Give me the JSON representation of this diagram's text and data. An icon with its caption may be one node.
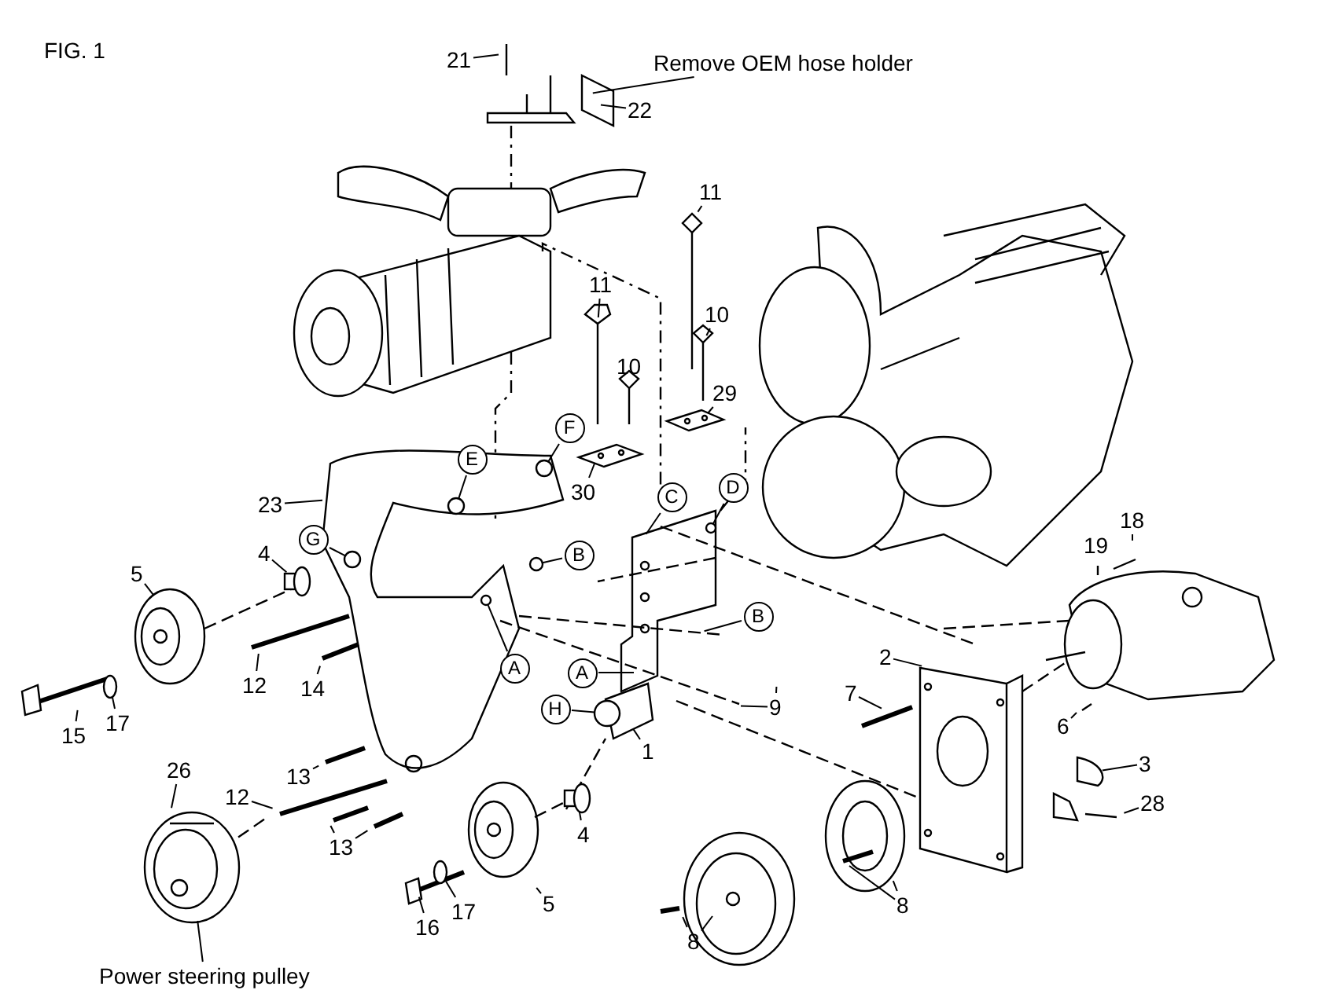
{
  "diagram": {
    "nodes": [
      {
        "text": [
          "21"
        ]
      },
      {
        "text": [
          "Remove OEM hose holder"
        ]
      },
      {
        "text": [
          "22"
        ]
      },
      {
        "text": [
          "11"
        ]
      },
      {
        "text": [
          "10"
        ]
      },
      {
        "text": [
          "11"
        ]
      },
      {
        "text": [
          "10"
        ]
      },
      {
        "text": [
          "29"
        ]
      },
      {
        "text": [
          "E"
        ]
      },
      {
        "text": [
          "F"
        ]
      },
      {
        "text": [
          "23"
        ]
      },
      {
        "text": [
          "30"
        ]
      },
      {
        "text": [
          "C"
        ]
      },
      {
        "text": [
          "D"
        ]
      },
      {
        "text": [
          "G"
        ]
      },
      {
        "text": [
          "B"
        ]
      },
      {
        "text": [
          "4"
        ]
      },
      {
        "text": [
          "5"
        ]
      },
      {
        "text": [
          "A"
        ]
      },
      {
        "text": [
          "A"
        ]
      },
      {
        "text": [
          "H"
        ]
      },
      {
        "text": [
          "B"
        ]
      },
      {
        "text": [
          "9"
        ]
      },
      {
        "text": [
          "1"
        ]
      },
      {
        "text": [
          "12"
        ]
      },
      {
        "text": [
          "14"
        ]
      },
      {
        "text": [
          "15"
        ]
      },
      {
        "text": [
          "17"
        ]
      },
      {
        "text": [
          "2"
        ]
      },
      {
        "text": [
          "7"
        ]
      },
      {
        "text": [
          "6"
        ]
      },
      {
        "text": [
          "3"
        ]
      },
      {
        "text": [
          "28"
        ]
      },
      {
        "text": [
          "19"
        ]
      },
      {
        "text": [
          "18"
        ]
      },
      {
        "text": [
          "26"
        ]
      },
      {
        "text": [
          "12"
        ]
      },
      {
        "text": [
          "13"
        ]
      },
      {
        "text": [
          "13"
        ]
      },
      {
        "text": [
          "4"
        ]
      },
      {
        "text": [
          "8"
        ]
      },
      {
        "text": [
          "5"
        ]
      },
      {
        "text": [
          "17"
        ]
      },
      {
        "text": [
          "16"
        ]
      },
      {
        "text": [
          "8"
        ]
      },
      {
        "text": [
          "Power steering pulley"
        ]
      },
      {
        "text": [],
        "shape": "circle"
      },
      {
        "text": [],
        "shape": "circle"
      },
      {
        "text": [],
        "shape": "circle"
      },
      {
        "text": [],
        "shape": "circle"
      },
      {
        "text": [],
        "shape": "circle"
      },
      {
        "text": [],
        "shape": "cylinder"
      },
      {
        "text": [],
        "shape": "circle"
      },
      {
        "text": [],
        "shape": "circle"
      },
      {
        "text": [],
        "shape": "circle"
      },
      {
        "text": [],
        "shape": "cylinder"
      },
      {
        "text": [],
        "shape": "circle"
      },
      {
        "text": [],
        "shape": "box"
      },
      {
        "text": [],
        "shape": "box"
      }
    ],
    "edges": [
      {
        "from": 0,
        "to": null,
        "arrow": "none"
      },
      {
        "from": 1,
        "to": null,
        "arrow": "none"
      },
      {
        "from": 2,
        "to": null,
        "arrow": "none"
      },
      {
        "from": 3,
        "to": null,
        "arrow": "none"
      },
      {
        "from": 4,
        "to": null,
        "arrow": "none"
      },
      {
        "from": 5,
        "to": null,
        "arrow": "none"
      },
      {
        "from": 6,
        "to": null,
        "arrow": "none"
      },
      {
        "from": 7,
        "to": 58,
        "arrow": "none"
      },
      {
        "from": 8,
        "to": 46,
        "arrow": "none"
      },
      {
        "from": 9,
        "to": 47,
        "arrow": "none"
      },
      {
        "from": 10,
        "to": null,
        "arrow": "none"
      },
      {
        "from": 11,
        "to": 57,
        "arrow": "none"
      },
      {
        "from": 12,
        "to": null,
        "arrow": "none"
      },
      {
        "from": 13,
        "to": 48,
        "arrow": "none"
      },
      {
        "from": 14,
        "to": 49,
        "arrow": "none"
      },
      {
        "from": 15,
        "to": 50,
        "arrow": "none"
      },
      {
        "from": 16,
        "to": 51,
        "arrow": "none"
      },
      {
        "from": 17,
        "to": null,
        "arrow": "none"
      },
      {
        "from": 18,
        "to": 52,
        "arrow": "none"
      },
      {
        "from": 19,
        "to": null,
        "arrow": "none"
      },
      {
        "from": 20,
        "to": 53,
        "arrow": "none"
      },
      {
        "from": 21,
        "to": null,
        "arrow": "none"
      },
      {
        "from": 22,
        "to": null,
        "arrow": "none"
      },
      {
        "from": 22,
        "to": null,
        "arrow": "none"
      },
      {
        "from": 23,
        "to": null,
        "arrow": "none"
      },
      {
        "from": 24,
        "to": null,
        "arrow": "none"
      },
      {
        "from": 25,
        "to": null,
        "arrow": "none"
      },
      {
        "from": 26,
        "to": null,
        "arrow": "none"
      },
      {
        "from": 27,
        "to": 54,
        "arrow": "none"
      },
      {
        "from": 28,
        "to": null,
        "arrow": "none"
      },
      {
        "from": 29,
        "to": null,
        "arrow": "none"
      },
      {
        "from": 30,
        "to": null,
        "arrow": "none"
      },
      {
        "from": 31,
        "to": null,
        "arrow": "none"
      },
      {
        "from": 32,
        "to": null,
        "arrow": "none"
      },
      {
        "from": 33,
        "to": null,
        "arrow": "none"
      },
      {
        "from": 34,
        "to": null,
        "arrow": "none"
      },
      {
        "from": 35,
        "to": null,
        "arrow": "none"
      },
      {
        "from": 36,
        "to": null,
        "arrow": "none"
      },
      {
        "from": 37,
        "to": null,
        "arrow": "none"
      },
      {
        "from": 38,
        "to": null,
        "arrow": "none"
      },
      {
        "from": 38,
        "to": null,
        "arrow": "none"
      },
      {
        "from": 39,
        "to": 55,
        "arrow": "none"
      },
      {
        "from": 40,
        "to": null,
        "arrow": "none"
      },
      {
        "from": 40,
        "to": null,
        "arrow": "none"
      },
      {
        "from": 41,
        "to": null,
        "arrow": "none"
      },
      {
        "from": 42,
        "to": 56,
        "arrow": "none"
      },
      {
        "from": 43,
        "to": null,
        "arrow": "none"
      },
      {
        "from": 44,
        "to": null,
        "arrow": "none"
      },
      {
        "from": 44,
        "to": null,
        "arrow": "none"
      },
      {
        "from": 45,
        "to": null,
        "arrow": "none"
      }
    ],
    "labels": [
      "FIG. 1"
    ]
  }
}
